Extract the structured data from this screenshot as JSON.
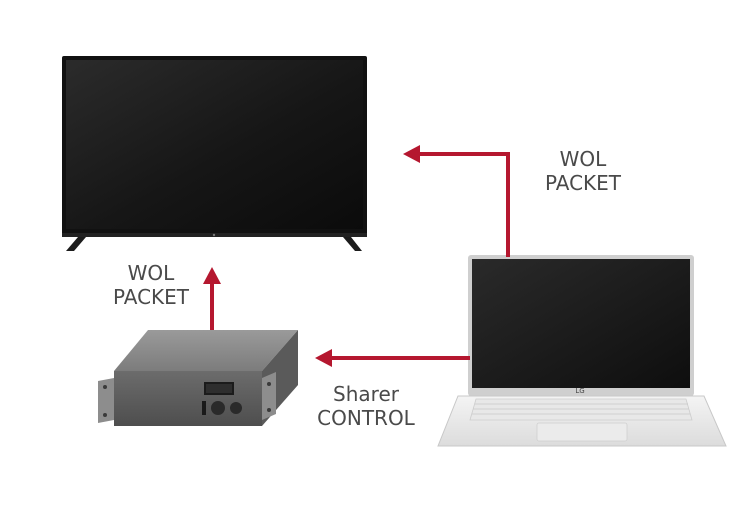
{
  "diagram": {
    "labels": {
      "wol_right": {
        "line1": "WOL",
        "line2": "PACKET"
      },
      "wol_left": {
        "line1": "WOL",
        "line2": "PACKET"
      },
      "sharer_control": {
        "line1": "Sharer",
        "line2": "CONTROL"
      }
    },
    "laptop": {
      "brand": "LG"
    },
    "colors": {
      "arrow": "#b5172f",
      "label_text": "#4a4a4a",
      "background": "#ffffff",
      "screen": "#141414"
    },
    "devices": [
      "tv-icon",
      "laptop-icon",
      "sharer-device-icon"
    ]
  }
}
